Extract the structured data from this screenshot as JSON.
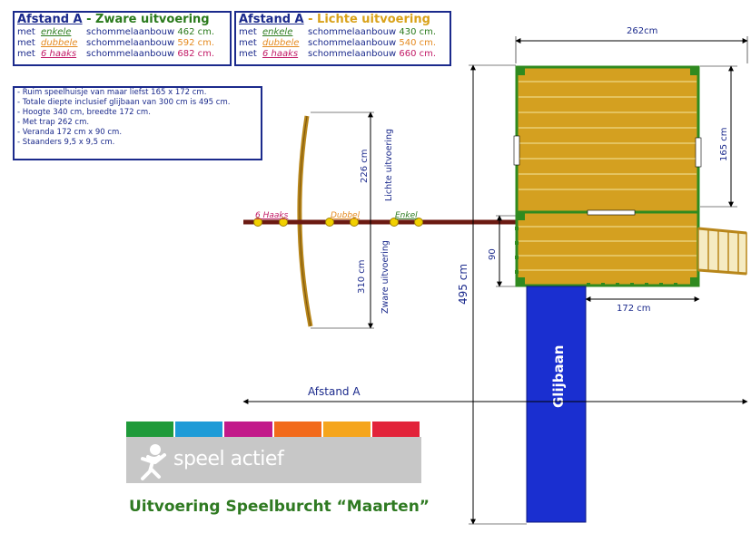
{
  "boxes": {
    "heavy": {
      "prefix": "Afstand A",
      "dash": " - ",
      "title": "Zware uitvoering",
      "title_color": "#2a7a1c",
      "rows": [
        {
          "met": "met",
          "kind": "enkele",
          "kind_color": "#2a7a1c",
          "label": "schommelaanbouw",
          "value": "462 cm.",
          "value_color": "#2a7a1c"
        },
        {
          "met": "met",
          "kind": "dubbele",
          "kind_color": "#e58a1f",
          "label": "schommelaanbouw",
          "value": "592 cm.",
          "value_color": "#e58a1f"
        },
        {
          "met": "met",
          "kind": "6 haaks",
          "kind_color": "#c21a66",
          "label": "schommelaanbouw",
          "value": "682 cm.",
          "value_color": "#c21a66"
        }
      ]
    },
    "light": {
      "prefix": "Afstand A",
      "dash": " - ",
      "title": "Lichte uitvoering",
      "title_color": "#d9a21a",
      "rows": [
        {
          "met": "met",
          "kind": "enkele",
          "kind_color": "#2a7a1c",
          "label": "schommelaanbouw",
          "value": "430 cm.",
          "value_color": "#2a7a1c"
        },
        {
          "met": "met",
          "kind": "dubbele",
          "kind_color": "#e58a1f",
          "label": "schommelaanbouw",
          "value": "540 cm.",
          "value_color": "#e58a1f"
        },
        {
          "met": "met",
          "kind": "6 haaks",
          "kind_color": "#c21a66",
          "label": "schommelaanbouw",
          "value": "660 cm.",
          "value_color": "#c21a66"
        }
      ]
    }
  },
  "specs": [
    "- Ruim speelhuisje van maar liefst 165 x 172  cm.",
    "- Totale diepte inclusief glijbaan van 300 cm is 495 cm.",
    "- Hoogte 340 cm, breedte 172 cm.",
    "- Met trap 262 cm.",
    "- Veranda 172 cm x 90 cm.",
    "- Staanders 9,5 x 9,5 cm."
  ],
  "diagram": {
    "dim_262": "262cm",
    "dim_165": "165 cm",
    "dim_172": "172 cm",
    "dim_90": "90",
    "dim_495": "495 cm",
    "dim_226": "226 cm",
    "dim_310": "310 cm",
    "light_label": "Lichte uitvoering",
    "heavy_label": "Zware  uitvoering",
    "swing_6": "6 Haaks",
    "swing_dubbel": "Dubbel",
    "swing_enkel": "Enkel",
    "afstand": "Afstand A",
    "slide": "Glijbaan",
    "colors": {
      "wood": "#d4a020",
      "frame": "#2f8a1f",
      "slide": "#1a2fd0",
      "beam": "#6b1a12",
      "dim": "#1b2a8c"
    }
  },
  "logo": {
    "text": "speel actief",
    "bars": [
      "#1f9a3a",
      "#1e9bd7",
      "#c21a8a",
      "#f26a1b",
      "#f5a51c",
      "#e2233a"
    ]
  },
  "footer": "Uitvoering Speelburcht  “Maarten”"
}
